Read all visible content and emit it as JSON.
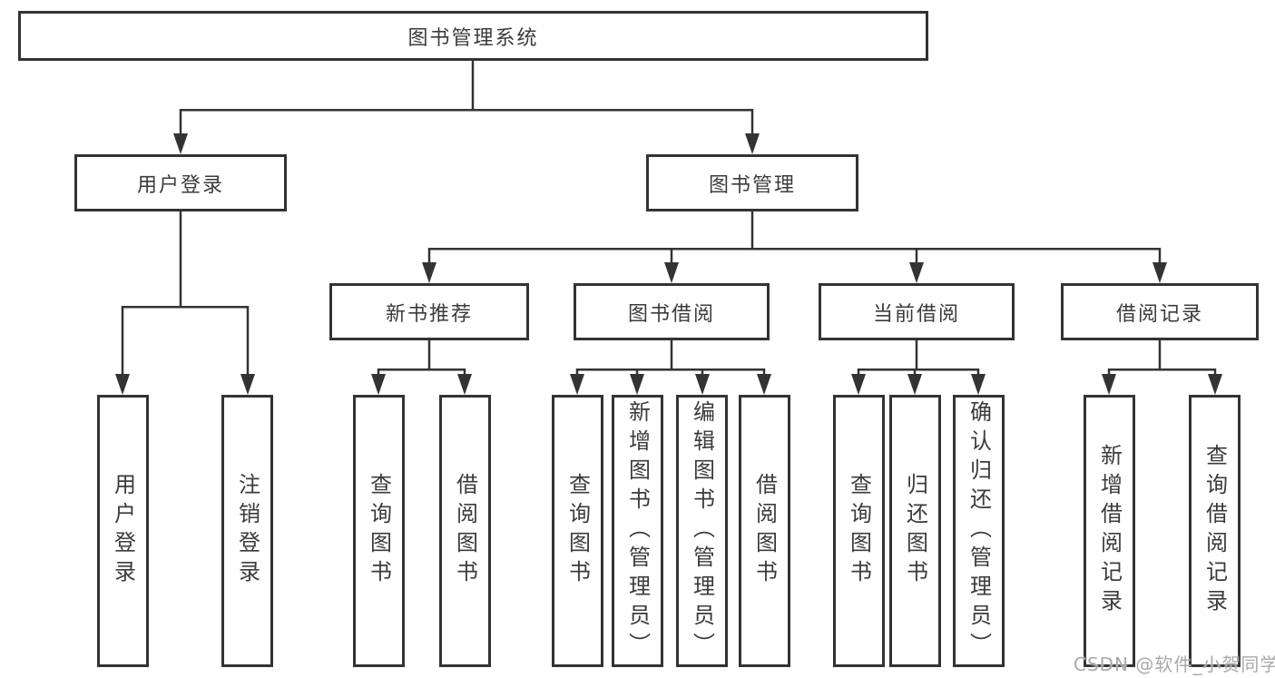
{
  "diagram": {
    "type": "hierarchy-tree",
    "orientation": "top-down",
    "colors": {
      "background": "#ffffff",
      "line": "#333333",
      "box_border": "#333333",
      "box_fill": "#ffffff",
      "text": "#3b3b3b",
      "watermark": "#a9a9a9"
    }
  },
  "tree": {
    "label": "图书管理系统",
    "children": [
      {
        "label": "用户登录",
        "children": [
          {
            "label": "用户登录"
          },
          {
            "label": "注销登录"
          }
        ]
      },
      {
        "label": "图书管理",
        "children": [
          {
            "label": "新书推荐",
            "children": [
              {
                "label": "查询图书"
              },
              {
                "label": "借阅图书"
              }
            ]
          },
          {
            "label": "图书借阅",
            "children": [
              {
                "label": "查询图书"
              },
              {
                "label": "新增图书（管理员）"
              },
              {
                "label": "编辑图书（管理员）"
              },
              {
                "label": "借阅图书"
              }
            ]
          },
          {
            "label": "当前借阅",
            "children": [
              {
                "label": "查询图书"
              },
              {
                "label": "归还图书"
              },
              {
                "label": "确认归还（管理员）"
              }
            ]
          },
          {
            "label": "借阅记录",
            "children": [
              {
                "label": "新增借阅记录"
              },
              {
                "label": "查询借阅记录"
              }
            ]
          }
        ]
      }
    ]
  },
  "watermark": {
    "text": "CSDN @软件_小贺同学"
  }
}
